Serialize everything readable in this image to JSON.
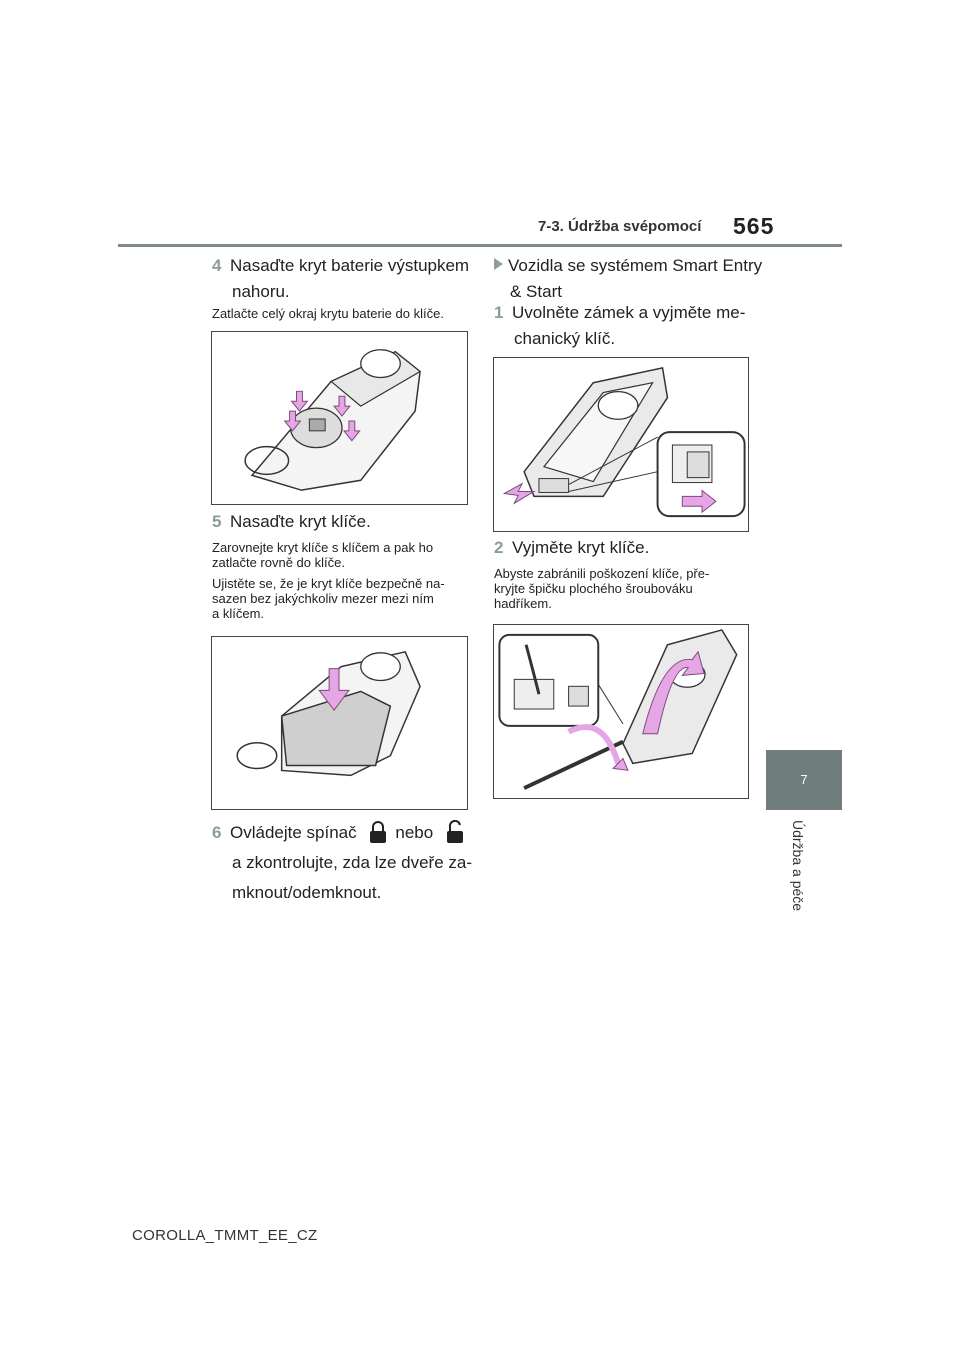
{
  "header": {
    "section": "7-3. Údržba svépomocí",
    "page": "565"
  },
  "sidebar": {
    "chapter": "7",
    "label": "Údržba a péče"
  },
  "left": {
    "step4": {
      "num": "4",
      "line1": "Nasaďte kryt baterie výstupkem",
      "line2": "nahoru."
    },
    "note4": "Zatlačte celý okraj krytu baterie do klíče.",
    "step5": {
      "num": "5",
      "text": "Nasaďte kryt klíče."
    },
    "note5a_l1": "Zarovnejte kryt klíče s klíčem a pak ho",
    "note5a_l2": "zatlačte rovně do klíče.",
    "note5b_l1": "Ujistěte se, že je kryt klíče bezpečně na-",
    "note5b_l2": "sazen bez jakýchkoliv mezer mezi ním",
    "note5b_l3": "a klíčem.",
    "step6": {
      "num": "6",
      "pre": "Ovládejte spínač",
      "mid": "nebo",
      "line2": "a zkontrolujte, zda lze dveře za-",
      "line3": "mknout/odemknout."
    }
  },
  "right": {
    "heading_l1": "Vozidla se systémem Smart Entry",
    "heading_l2": "& Start",
    "step1": {
      "num": "1",
      "line1": "Uvolněte zámek a vyjměte me-",
      "line2": "chanický klíč."
    },
    "step2": {
      "num": "2",
      "text": "Vyjměte kryt klíče."
    },
    "note2_l1": "Abyste zabránili poškození klíče, pře-",
    "note2_l2": "kryjte špičku plochého šroubováku",
    "note2_l3": "hadříkem."
  },
  "footer": "COROLLA_TMMT_EE_CZ",
  "colors": {
    "accent": "#8c9c9a",
    "tab": "#6f7e7c",
    "pink": "#e6a6e6"
  }
}
